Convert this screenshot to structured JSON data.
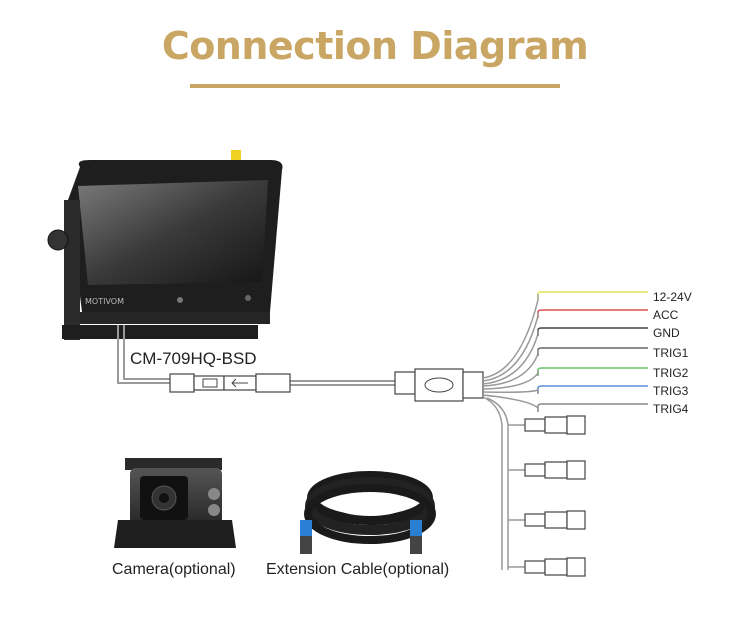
{
  "title": "Connection Diagram",
  "model_label": "CM-709HQ-BSD",
  "monitor_brand": "MOTIVOM",
  "wires": [
    {
      "label": "12-24V",
      "color": "#e7e35a"
    },
    {
      "label": "ACC",
      "color": "#e05050"
    },
    {
      "label": "GND",
      "color": "#444444"
    },
    {
      "label": "TRIG1",
      "color": "#666666"
    },
    {
      "label": "TRIG2",
      "color": "#6cc36c"
    },
    {
      "label": "TRIG3",
      "color": "#5b8fd8"
    },
    {
      "label": "TRIG4",
      "color": "#888888"
    }
  ],
  "camera_caption": "Camera(optional)",
  "cable_caption": "Extension Cable(optional)",
  "accent": "#c9a663"
}
